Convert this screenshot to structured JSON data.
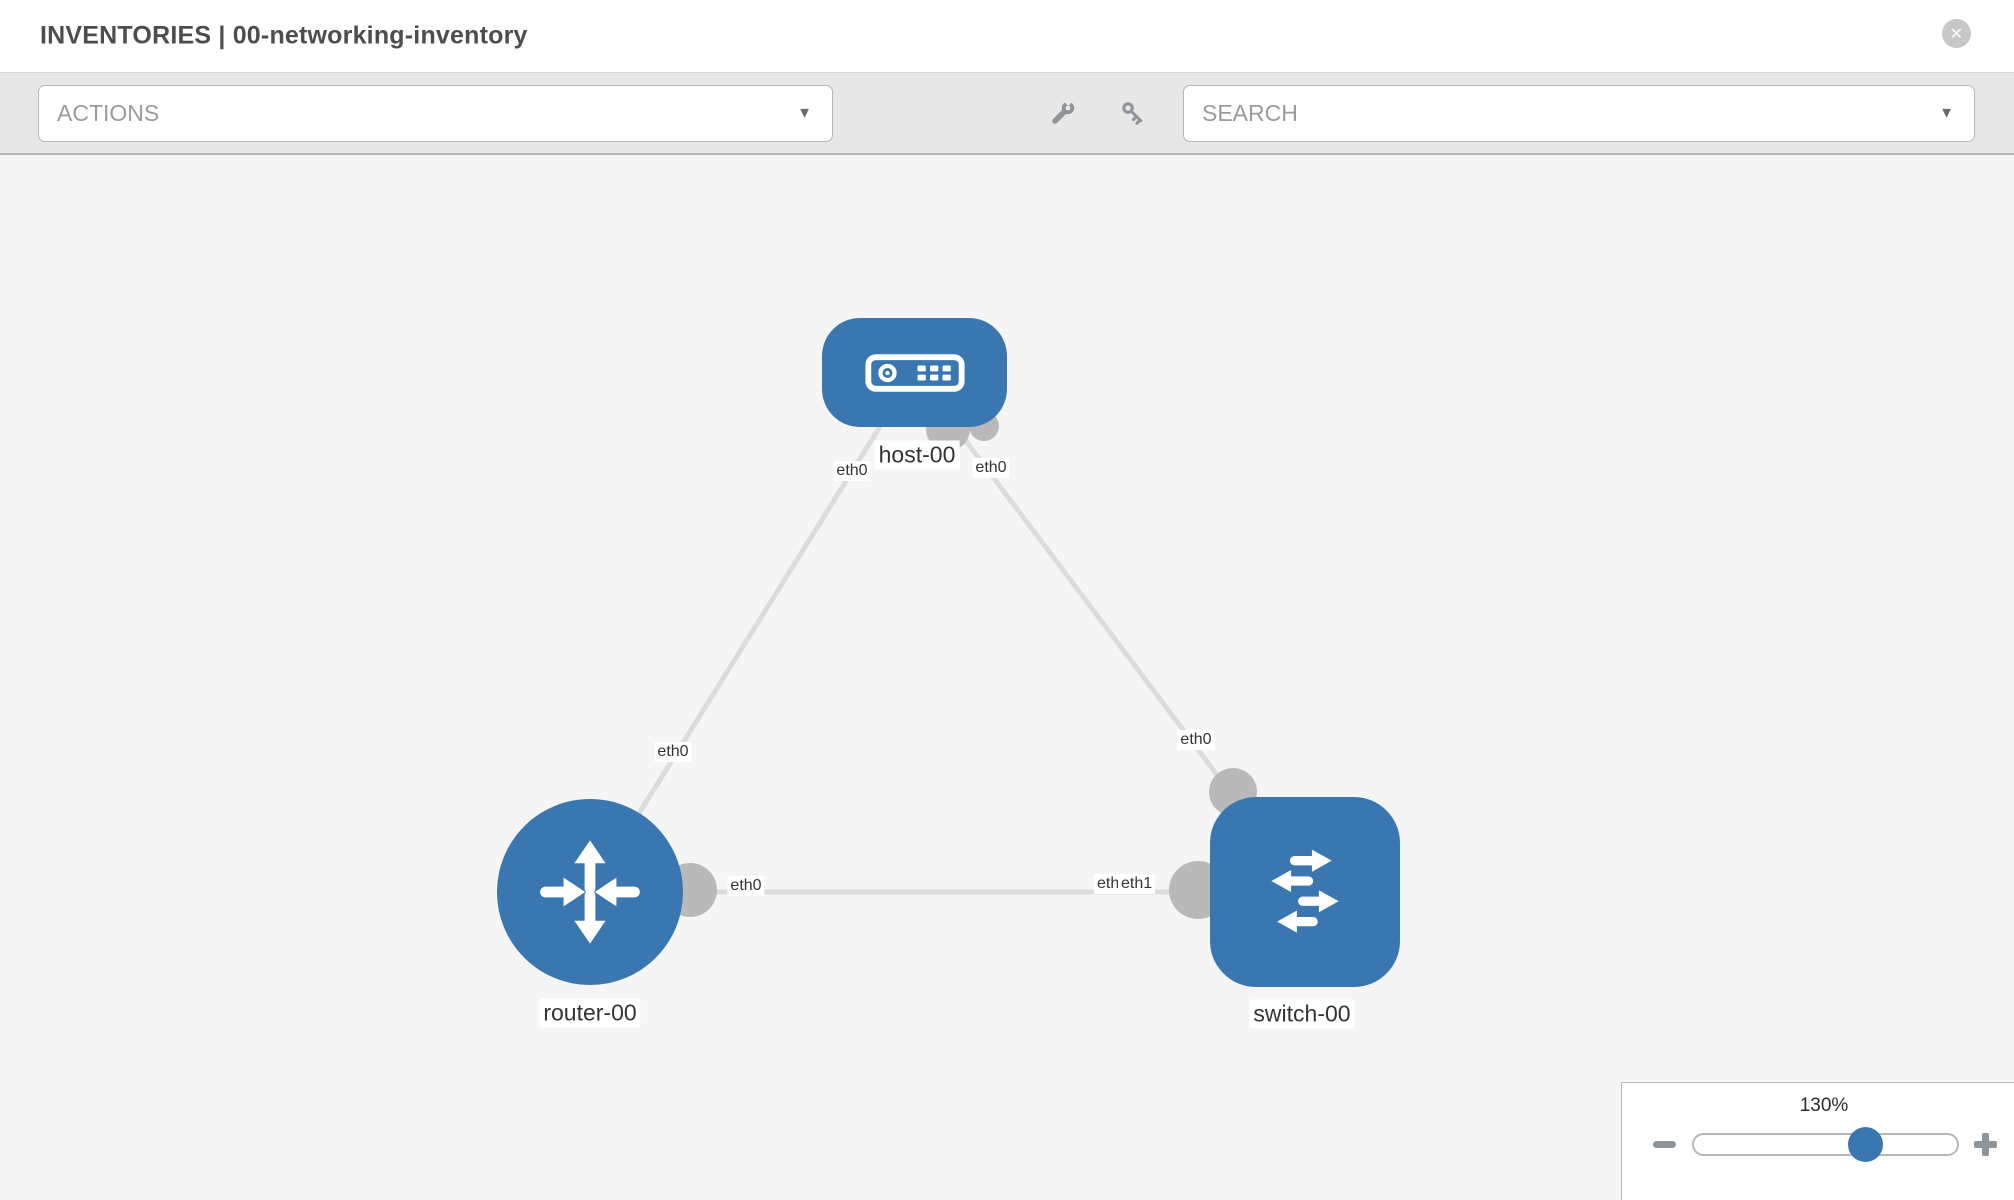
{
  "header": {
    "title": "INVENTORIES | 00-networking-inventory",
    "close_glyph": "✕"
  },
  "toolbar": {
    "actions_dropdown": {
      "label": "ACTIONS",
      "caret": "▼"
    },
    "search_dropdown": {
      "label": "SEARCH",
      "caret": "▼"
    }
  },
  "icons": {
    "wrench": "wrench-icon",
    "key": "key-icon",
    "close": "close-icon",
    "caret": "chevron-down-icon",
    "zoom_out": "minus-icon",
    "zoom_in": "plus-icon"
  },
  "topology": {
    "nodes": [
      {
        "id": "host-00",
        "type": "host",
        "label": "host-00"
      },
      {
        "id": "router-00",
        "type": "router",
        "label": "router-00"
      },
      {
        "id": "switch-00",
        "type": "switch",
        "label": "switch-00"
      }
    ],
    "links": [
      {
        "from": "host-00",
        "to": "router-00"
      },
      {
        "from": "host-00",
        "to": "switch-00"
      },
      {
        "from": "router-00",
        "to": "switch-00"
      }
    ],
    "interface_labels": [
      {
        "text": "eth0",
        "position": "host-side-left"
      },
      {
        "text": "eth0",
        "position": "host-side-right"
      },
      {
        "text": "eth0",
        "position": "host-router-link"
      },
      {
        "text": "eth0",
        "position": "router-port"
      },
      {
        "text": "eth0",
        "position": "switch-top-link"
      },
      {
        "text": "eth0",
        "position": "switch-port-rear-clipped"
      },
      {
        "text": "eth1",
        "position": "switch-port-front"
      }
    ]
  },
  "zoom_control": {
    "level": "130%"
  },
  "colors": {
    "node_blue": "#3a77b0",
    "link_gray": "#dcdcdc",
    "port_gray": "#b9b9b9",
    "toolbar_bg": "#e7e7e7",
    "canvas_bg": "#f5f5f5",
    "control_border": "#b7b7b7",
    "placeholder_text": "#9b9b9b",
    "icon_gray": "#8d959b"
  }
}
